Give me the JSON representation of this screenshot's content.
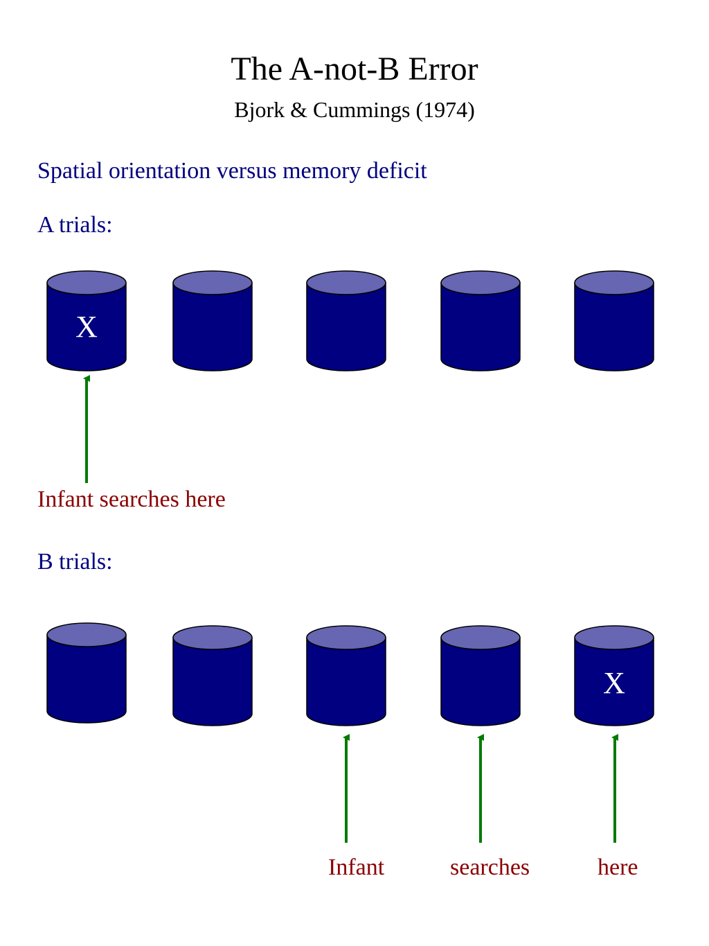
{
  "title": "The A-not-B Error",
  "subtitle": "Bjork & Cummings (1974)",
  "heading": "Spatial orientation versus memory deficit",
  "a_trials": {
    "label": "A trials:",
    "hidden_marker": "X",
    "caption": "Infant searches here"
  },
  "b_trials": {
    "label": "B trials:",
    "hidden_marker": "X",
    "caption_words": [
      "Infant",
      "searches",
      "here"
    ]
  },
  "colors": {
    "container_body": "#000080",
    "container_top": "#6666b3",
    "arrow": "#007a00",
    "heading_text": "#000080",
    "caption_text": "#8b0000"
  }
}
